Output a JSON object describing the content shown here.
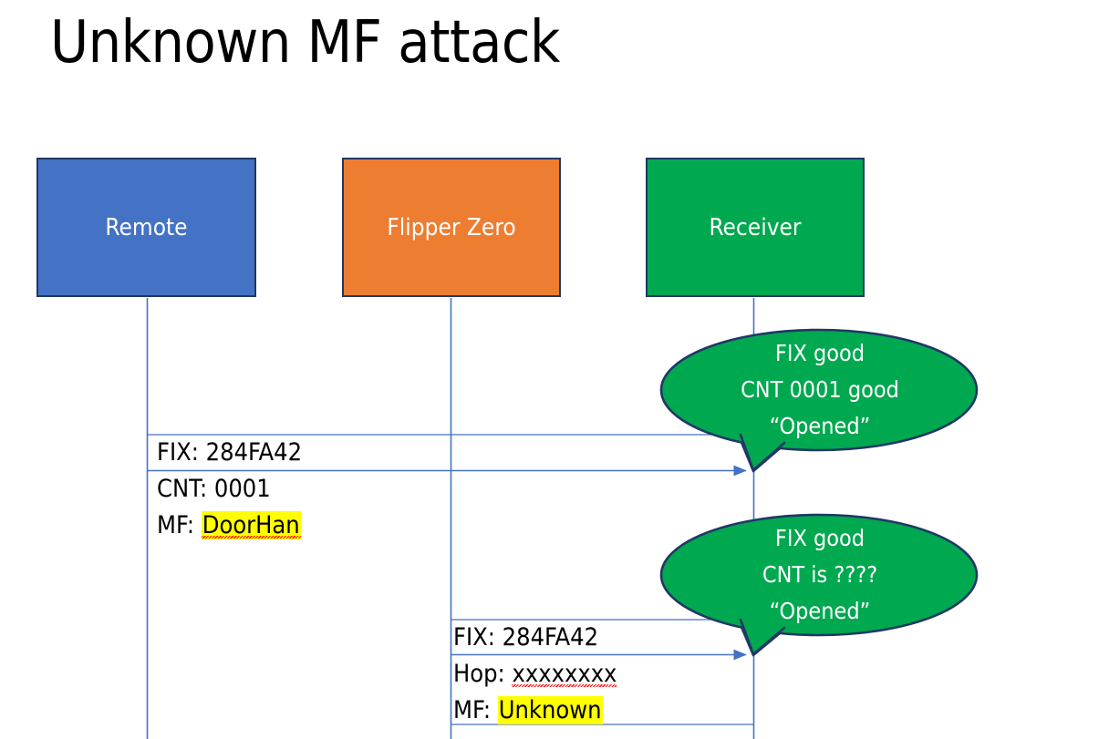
{
  "slide": {
    "title": "Unknown MF attack",
    "background_color": "#FFFFFF"
  },
  "colors": {
    "remote_fill": "#4472C4",
    "flipper_fill": "#ED7D31",
    "receiver_fill": "#00A850",
    "box_border": "#1F3864",
    "bubble_fill": "#00A850",
    "bubble_border": "#1F3864",
    "arrow_line": "#4472C4",
    "lifeline": "#4472C4",
    "highlight": "#FFFF00",
    "spellcheck_underline": "#FF0000",
    "text_dark": "#000000",
    "text_light": "#FFFFFF"
  },
  "actors": [
    {
      "id": "remote",
      "label": "Remote"
    },
    {
      "id": "flipper",
      "label": "Flipper Zero"
    },
    {
      "id": "receiver",
      "label": "Receiver"
    }
  ],
  "messages": [
    {
      "id": "msg-remote-to-receiver",
      "from": "remote",
      "to": "receiver",
      "lines": [
        {
          "prefix": "FIX: ",
          "value": "284FA42",
          "highlighted": false,
          "spellcheck_error": false
        },
        {
          "prefix": "CNT: ",
          "value": "0001",
          "highlighted": false,
          "spellcheck_error": false
        },
        {
          "prefix": "MF: ",
          "value": "DoorHan",
          "highlighted": true,
          "spellcheck_error": true
        }
      ]
    },
    {
      "id": "msg-flipper-to-receiver",
      "from": "flipper",
      "to": "receiver",
      "lines": [
        {
          "prefix": "FIX: ",
          "value": "284FA42",
          "highlighted": false,
          "spellcheck_error": false
        },
        {
          "prefix": "Hop: ",
          "value": "xxxxxxxx",
          "highlighted": false,
          "spellcheck_error": true
        },
        {
          "prefix": "MF: ",
          "value": "Unknown",
          "highlighted": true,
          "spellcheck_error": false
        }
      ]
    }
  ],
  "callouts": [
    {
      "id": "callout-first-reception",
      "lines": [
        "FIX good",
        "CNT 0001 good",
        "“Opened”"
      ]
    },
    {
      "id": "callout-second-reception",
      "lines": [
        "FIX good",
        "CNT is ????",
        "“Opened”"
      ]
    }
  ]
}
